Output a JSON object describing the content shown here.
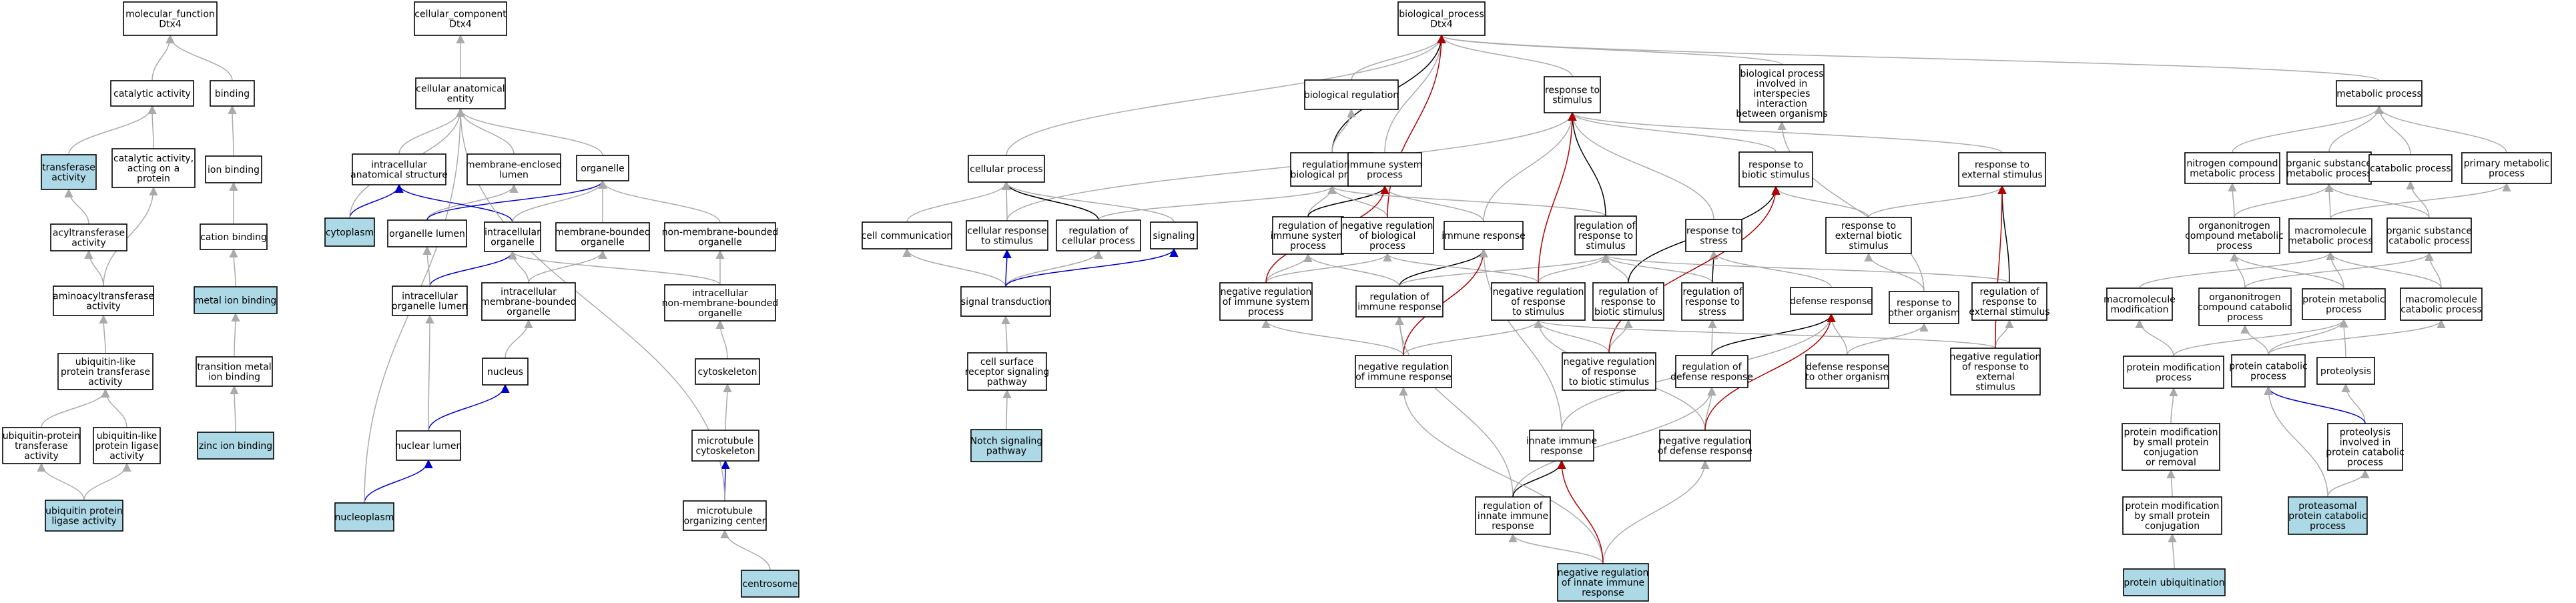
{
  "colors": {
    "highlight_fill": "#add8e6",
    "default_fill": "#ffffff",
    "is_a_edge": "#aaaaaa",
    "part_of_edge": "#0000cc",
    "regulates_edge": "#000000",
    "negatively_regulates_edge": "#b00000"
  },
  "nodes": [
    {
      "id": "mf",
      "lines": [
        "molecular_function",
        "Dtx4"
      ],
      "highlight": false
    },
    {
      "id": "catalytic",
      "lines": [
        "catalytic activity"
      ],
      "highlight": false
    },
    {
      "id": "binding",
      "lines": [
        "binding"
      ],
      "highlight": false
    },
    {
      "id": "transferase",
      "lines": [
        "transferase",
        "activity"
      ],
      "highlight": true
    },
    {
      "id": "cat_protein",
      "lines": [
        "catalytic activity,",
        "acting on a",
        "protein"
      ],
      "highlight": false
    },
    {
      "id": "ion_binding",
      "lines": [
        "ion binding"
      ],
      "highlight": false
    },
    {
      "id": "acyltransferase",
      "lines": [
        "acyltransferase",
        "activity"
      ],
      "highlight": false
    },
    {
      "id": "cation_binding",
      "lines": [
        "cation binding"
      ],
      "highlight": false
    },
    {
      "id": "aminoacyl",
      "lines": [
        "aminoacyltransferase",
        "activity"
      ],
      "highlight": false
    },
    {
      "id": "metal_ion",
      "lines": [
        "metal ion binding"
      ],
      "highlight": true
    },
    {
      "id": "ubl_transferase",
      "lines": [
        "ubiquitin-like",
        "protein transferase",
        "activity"
      ],
      "highlight": false
    },
    {
      "id": "transition_metal",
      "lines": [
        "transition metal",
        "ion binding"
      ],
      "highlight": false
    },
    {
      "id": "ub_transferase",
      "lines": [
        "ubiquitin-protein",
        "transferase",
        "activity"
      ],
      "highlight": false
    },
    {
      "id": "ubl_ligase",
      "lines": [
        "ubiquitin-like",
        "protein ligase",
        "activity"
      ],
      "highlight": false
    },
    {
      "id": "zinc",
      "lines": [
        "zinc ion binding"
      ],
      "highlight": true
    },
    {
      "id": "ub_ligase",
      "lines": [
        "ubiquitin protein",
        "ligase activity"
      ],
      "highlight": true
    },
    {
      "id": "cc",
      "lines": [
        "cellular_component",
        "Dtx4"
      ],
      "highlight": false
    },
    {
      "id": "cae",
      "lines": [
        "cellular anatomical",
        "entity"
      ],
      "highlight": false
    },
    {
      "id": "ias",
      "lines": [
        "intracellular",
        "anatomical structure"
      ],
      "highlight": false
    },
    {
      "id": "mel",
      "lines": [
        "membrane-enclosed",
        "lumen"
      ],
      "highlight": false
    },
    {
      "id": "organelle",
      "lines": [
        "organelle"
      ],
      "highlight": false
    },
    {
      "id": "cytoplasm",
      "lines": [
        "cytoplasm"
      ],
      "highlight": true
    },
    {
      "id": "org_lumen",
      "lines": [
        "organelle lumen"
      ],
      "highlight": false
    },
    {
      "id": "intra_org",
      "lines": [
        "intracellular",
        "organelle"
      ],
      "highlight": false
    },
    {
      "id": "mbo",
      "lines": [
        "membrane-bounded",
        "organelle"
      ],
      "highlight": false
    },
    {
      "id": "nmbo",
      "lines": [
        "non-membrane-bounded",
        "organelle"
      ],
      "highlight": false
    },
    {
      "id": "iol",
      "lines": [
        "intracellular",
        "organelle lumen"
      ],
      "highlight": false
    },
    {
      "id": "imbo",
      "lines": [
        "intracellular",
        "membrane-bounded",
        "organelle"
      ],
      "highlight": false
    },
    {
      "id": "inmbo",
      "lines": [
        "intracellular",
        "non-membrane-bounded",
        "organelle"
      ],
      "highlight": false
    },
    {
      "id": "nucleus",
      "lines": [
        "nucleus"
      ],
      "highlight": false
    },
    {
      "id": "cytoskeleton",
      "lines": [
        "cytoskeleton"
      ],
      "highlight": false
    },
    {
      "id": "nuc_lumen",
      "lines": [
        "nuclear lumen"
      ],
      "highlight": false
    },
    {
      "id": "mt_cyto",
      "lines": [
        "microtubule",
        "cytoskeleton"
      ],
      "highlight": false
    },
    {
      "id": "nucleoplasm",
      "lines": [
        "nucleoplasm"
      ],
      "highlight": true
    },
    {
      "id": "mtoc",
      "lines": [
        "microtubule",
        "organizing center"
      ],
      "highlight": false
    },
    {
      "id": "centrosome",
      "lines": [
        "centrosome"
      ],
      "highlight": true
    },
    {
      "id": "bp",
      "lines": [
        "biological_process",
        "Dtx4"
      ],
      "highlight": false
    },
    {
      "id": "bio_reg",
      "lines": [
        "biological regulation"
      ],
      "highlight": false
    },
    {
      "id": "resp_stim",
      "lines": [
        "response to",
        "stimulus"
      ],
      "highlight": false
    },
    {
      "id": "interspecies",
      "lines": [
        "biological process",
        "involved in",
        "interspecies",
        "interaction",
        "between organisms"
      ],
      "highlight": false
    },
    {
      "id": "metabolic",
      "lines": [
        "metabolic process"
      ],
      "highlight": false
    },
    {
      "id": "cellular_proc",
      "lines": [
        "cellular process"
      ],
      "highlight": false
    },
    {
      "id": "reg_bio",
      "lines": [
        "regulation of",
        "biological process"
      ],
      "highlight": false
    },
    {
      "id": "immune_proc",
      "lines": [
        "immune system",
        "process"
      ],
      "highlight": false
    },
    {
      "id": "resp_biotic",
      "lines": [
        "response to",
        "biotic stimulus"
      ],
      "highlight": false
    },
    {
      "id": "resp_ext",
      "lines": [
        "response to",
        "external stimulus"
      ],
      "highlight": false
    },
    {
      "id": "nitrogen",
      "lines": [
        "nitrogen compound",
        "metabolic process"
      ],
      "highlight": false
    },
    {
      "id": "org_subst",
      "lines": [
        "organic substance",
        "metabolic process"
      ],
      "highlight": false
    },
    {
      "id": "catabolic",
      "lines": [
        "catabolic process"
      ],
      "highlight": false
    },
    {
      "id": "primary",
      "lines": [
        "primary metabolic",
        "process"
      ],
      "highlight": false
    },
    {
      "id": "cell_comm",
      "lines": [
        "cell communication"
      ],
      "highlight": false
    },
    {
      "id": "cell_resp",
      "lines": [
        "cellular response",
        "to stimulus"
      ],
      "highlight": false
    },
    {
      "id": "reg_cell",
      "lines": [
        "regulation of",
        "cellular process"
      ],
      "highlight": false
    },
    {
      "id": "signaling",
      "lines": [
        "signaling"
      ],
      "highlight": false
    },
    {
      "id": "reg_immune_proc",
      "lines": [
        "regulation of",
        "immune system",
        "process"
      ],
      "highlight": false
    },
    {
      "id": "neg_reg_bio",
      "lines": [
        "negative regulation",
        "of biological",
        "process"
      ],
      "highlight": false
    },
    {
      "id": "immune_resp",
      "lines": [
        "immune response"
      ],
      "highlight": false
    },
    {
      "id": "reg_resp_stim",
      "lines": [
        "regulation of",
        "response to",
        "stimulus"
      ],
      "highlight": false
    },
    {
      "id": "resp_stress",
      "lines": [
        "response to",
        "stress"
      ],
      "highlight": false
    },
    {
      "id": "resp_ext_biotic",
      "lines": [
        "response to",
        "external biotic",
        "stimulus"
      ],
      "highlight": false
    },
    {
      "id": "organonitrogen",
      "lines": [
        "organonitrogen",
        "compound metabolic",
        "process"
      ],
      "highlight": false
    },
    {
      "id": "macromolecule_met",
      "lines": [
        "macromolecule",
        "metabolic process"
      ],
      "highlight": false
    },
    {
      "id": "org_subst_cat",
      "lines": [
        "organic substance",
        "catabolic process"
      ],
      "highlight": false
    },
    {
      "id": "neg_reg_immune_proc",
      "lines": [
        "negative regulation",
        "of immune system",
        "process"
      ],
      "highlight": false
    },
    {
      "id": "reg_immune_resp",
      "lines": [
        "regulation of",
        "immune response"
      ],
      "highlight": false
    },
    {
      "id": "neg_reg_resp_stim",
      "lines": [
        "negative regulation",
        "of response",
        "to stimulus"
      ],
      "highlight": false
    },
    {
      "id": "reg_resp_biotic",
      "lines": [
        "regulation of",
        "response to",
        "biotic stimulus"
      ],
      "highlight": false
    },
    {
      "id": "reg_resp_stress",
      "lines": [
        "regulation of",
        "response to",
        "stress"
      ],
      "highlight": false
    },
    {
      "id": "defense",
      "lines": [
        "defense response"
      ],
      "highlight": false
    },
    {
      "id": "resp_other",
      "lines": [
        "response to",
        "other organism"
      ],
      "highlight": false
    },
    {
      "id": "reg_resp_ext",
      "lines": [
        "regulation of",
        "response to",
        "external stimulus"
      ],
      "highlight": false
    },
    {
      "id": "macromolecule_mod",
      "lines": [
        "macromolecule",
        "modification"
      ],
      "highlight": false
    },
    {
      "id": "organonitrogen_cat",
      "lines": [
        "organonitrogen",
        "compound catabolic",
        "process"
      ],
      "highlight": false
    },
    {
      "id": "protein_met",
      "lines": [
        "protein metabolic",
        "process"
      ],
      "highlight": false
    },
    {
      "id": "macromolecule_cat",
      "lines": [
        "macromolecule",
        "catabolic process"
      ],
      "highlight": false
    },
    {
      "id": "signal_trans",
      "lines": [
        "signal transduction"
      ],
      "highlight": false
    },
    {
      "id": "neg_reg_immune_resp",
      "lines": [
        "negative regulation",
        "of immune response"
      ],
      "highlight": false
    },
    {
      "id": "neg_reg_resp_biotic",
      "lines": [
        "negative regulation",
        "of response",
        "to biotic stimulus"
      ],
      "highlight": false
    },
    {
      "id": "reg_defense",
      "lines": [
        "regulation of",
        "defense response"
      ],
      "highlight": false
    },
    {
      "id": "defense_other",
      "lines": [
        "defense response",
        "to other organism"
      ],
      "highlight": false
    },
    {
      "id": "neg_reg_resp_ext",
      "lines": [
        "negative regulation",
        "of response to",
        "external",
        "stimulus"
      ],
      "highlight": false
    },
    {
      "id": "protein_mod",
      "lines": [
        "protein modification",
        "process"
      ],
      "highlight": false
    },
    {
      "id": "protein_cat",
      "lines": [
        "protein catabolic",
        "process"
      ],
      "highlight": false
    },
    {
      "id": "proteolysis",
      "lines": [
        "proteolysis"
      ],
      "highlight": false
    },
    {
      "id": "cell_surface",
      "lines": [
        "cell surface",
        "receptor signaling",
        "pathway"
      ],
      "highlight": false
    },
    {
      "id": "notch",
      "lines": [
        "Notch signaling",
        "pathway"
      ],
      "highlight": true
    },
    {
      "id": "innate",
      "lines": [
        "innate immune",
        "response"
      ],
      "highlight": false
    },
    {
      "id": "neg_reg_defense",
      "lines": [
        "negative regulation",
        "of defense response"
      ],
      "highlight": false
    },
    {
      "id": "protein_mod_small",
      "lines": [
        "protein modification",
        "by small protein",
        "conjugation",
        "or removal"
      ],
      "highlight": false
    },
    {
      "id": "proteolysis_cat",
      "lines": [
        "proteolysis",
        "involved in",
        "protein catabolic",
        "process"
      ],
      "highlight": false
    },
    {
      "id": "reg_innate",
      "lines": [
        "regulation of",
        "innate immune",
        "response"
      ],
      "highlight": false
    },
    {
      "id": "protein_mod_conj",
      "lines": [
        "protein modification",
        "by small protein",
        "conjugation"
      ],
      "highlight": false
    },
    {
      "id": "proteasomal",
      "lines": [
        "proteasomal",
        "protein catabolic",
        "process"
      ],
      "highlight": true
    },
    {
      "id": "neg_reg_innate",
      "lines": [
        "negative regulation",
        "of innate immune",
        "response"
      ],
      "highlight": true
    },
    {
      "id": "protein_ub",
      "lines": [
        "protein ubiquitination"
      ],
      "highlight": true
    }
  ]
}
